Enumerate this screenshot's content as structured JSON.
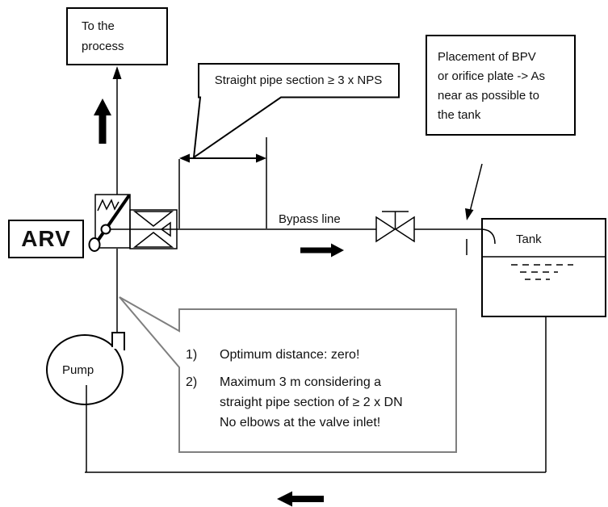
{
  "diagram": {
    "boxes": {
      "process": {
        "lines": [
          "To the",
          "process"
        ]
      },
      "straight_pipe": {
        "label": "Straight pipe section ≥ 3 x NPS"
      },
      "bpv": {
        "lines": [
          "Placement of BPV",
          "or orifice plate -> As",
          "near as possible to",
          "the tank"
        ]
      },
      "arv": {
        "label": "ARV"
      },
      "notes": {
        "items": [
          {
            "num": "1)",
            "lines": [
              "Optimum distance: zero!"
            ]
          },
          {
            "num": "2)",
            "lines": [
              "Maximum 3 m considering a",
              "straight pipe section of ≥ 2 x DN",
              "No elbows at the valve inlet!"
            ]
          }
        ]
      }
    },
    "labels": {
      "bypass": "Bypass line",
      "tank": "Tank",
      "pump": "Pump"
    },
    "colors": {
      "line": "#000000",
      "notes_border": "#7f7f7f",
      "background": "#ffffff",
      "text": "#111111"
    }
  }
}
